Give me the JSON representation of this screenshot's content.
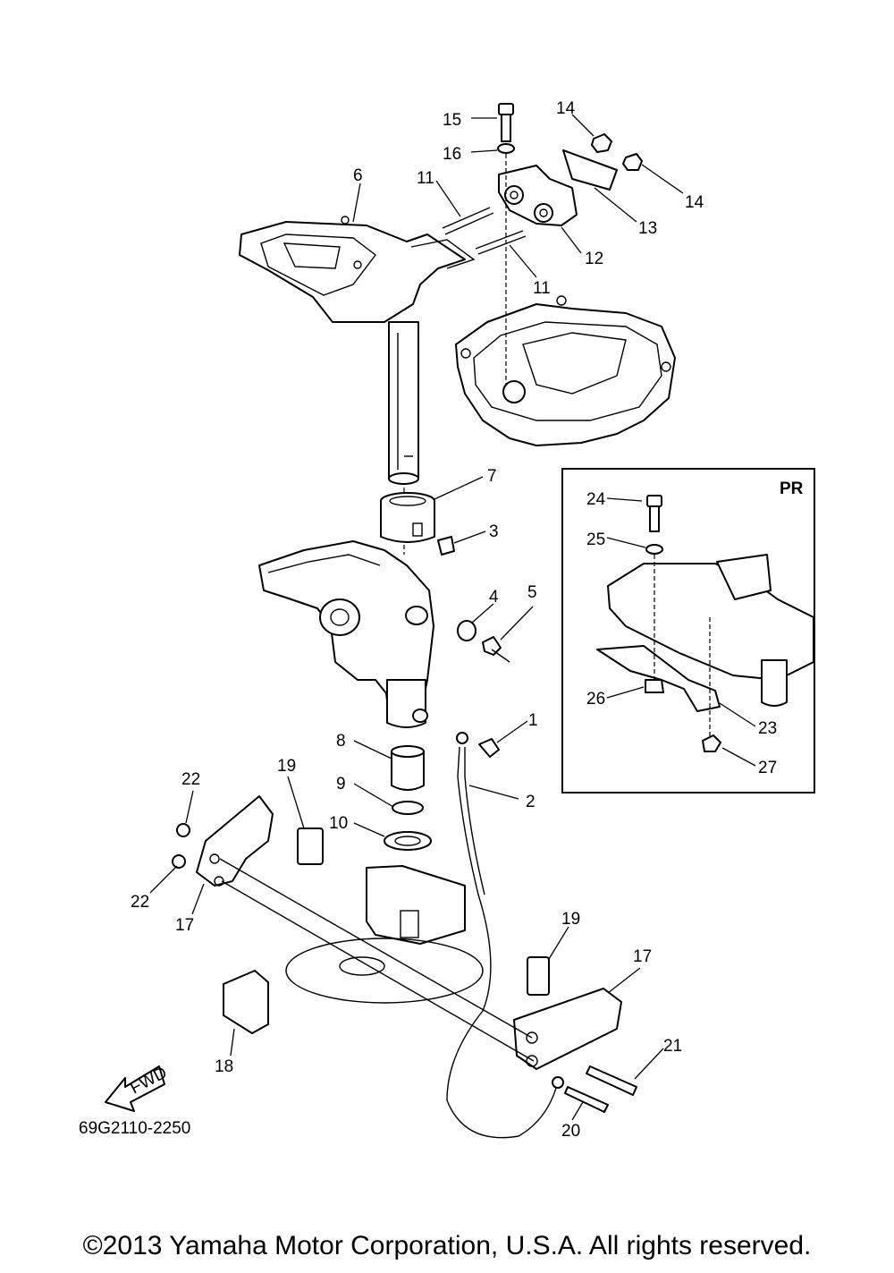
{
  "diagram": {
    "part_labels": [
      "1",
      "2",
      "3",
      "4",
      "5",
      "6",
      "7",
      "8",
      "9",
      "10",
      "11",
      "11",
      "12",
      "13",
      "14",
      "14",
      "15",
      "16",
      "17",
      "17",
      "18",
      "19",
      "19",
      "20",
      "21",
      "22",
      "22",
      "23",
      "24",
      "25",
      "26",
      "27"
    ],
    "inset_title": "PR",
    "fwd_label": "FWD",
    "drawing_code": "69G2110-2250"
  },
  "footer": {
    "copyright": "©2013 Yamaha Motor Corporation, U.S.A. All rights reserved."
  }
}
